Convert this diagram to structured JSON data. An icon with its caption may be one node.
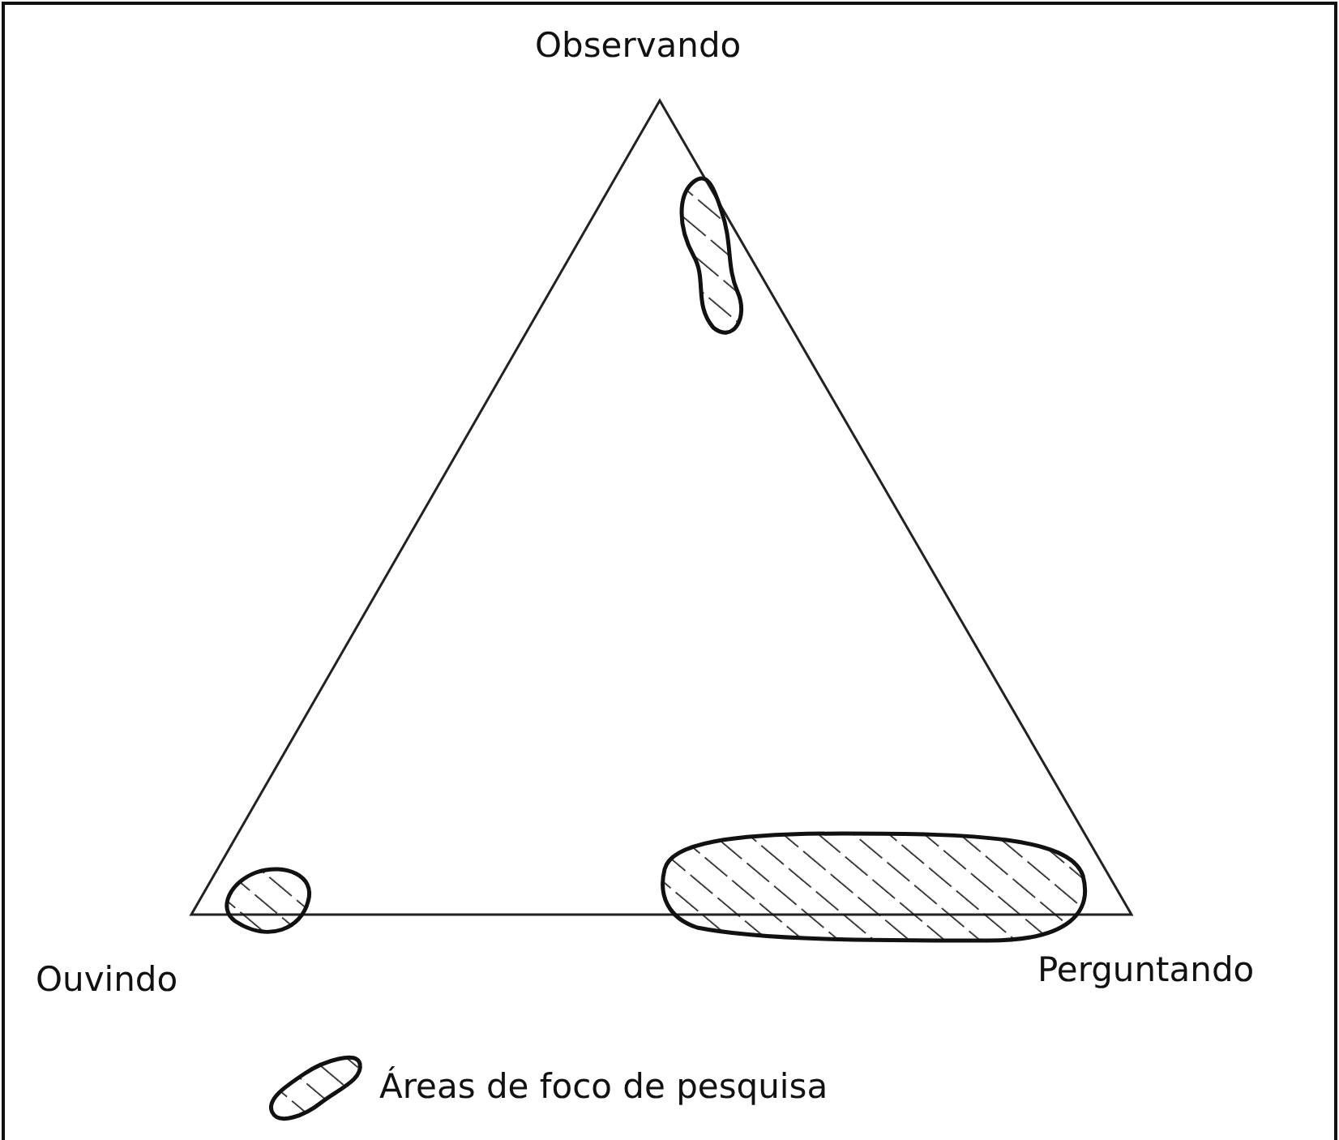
{
  "diagram": {
    "labels": [
      "Observando",
      "Ouvindo",
      "Perguntando"
    ],
    "legend": [
      {
        "text": "Áreas de foco de pesquisa"
      }
    ]
  }
}
